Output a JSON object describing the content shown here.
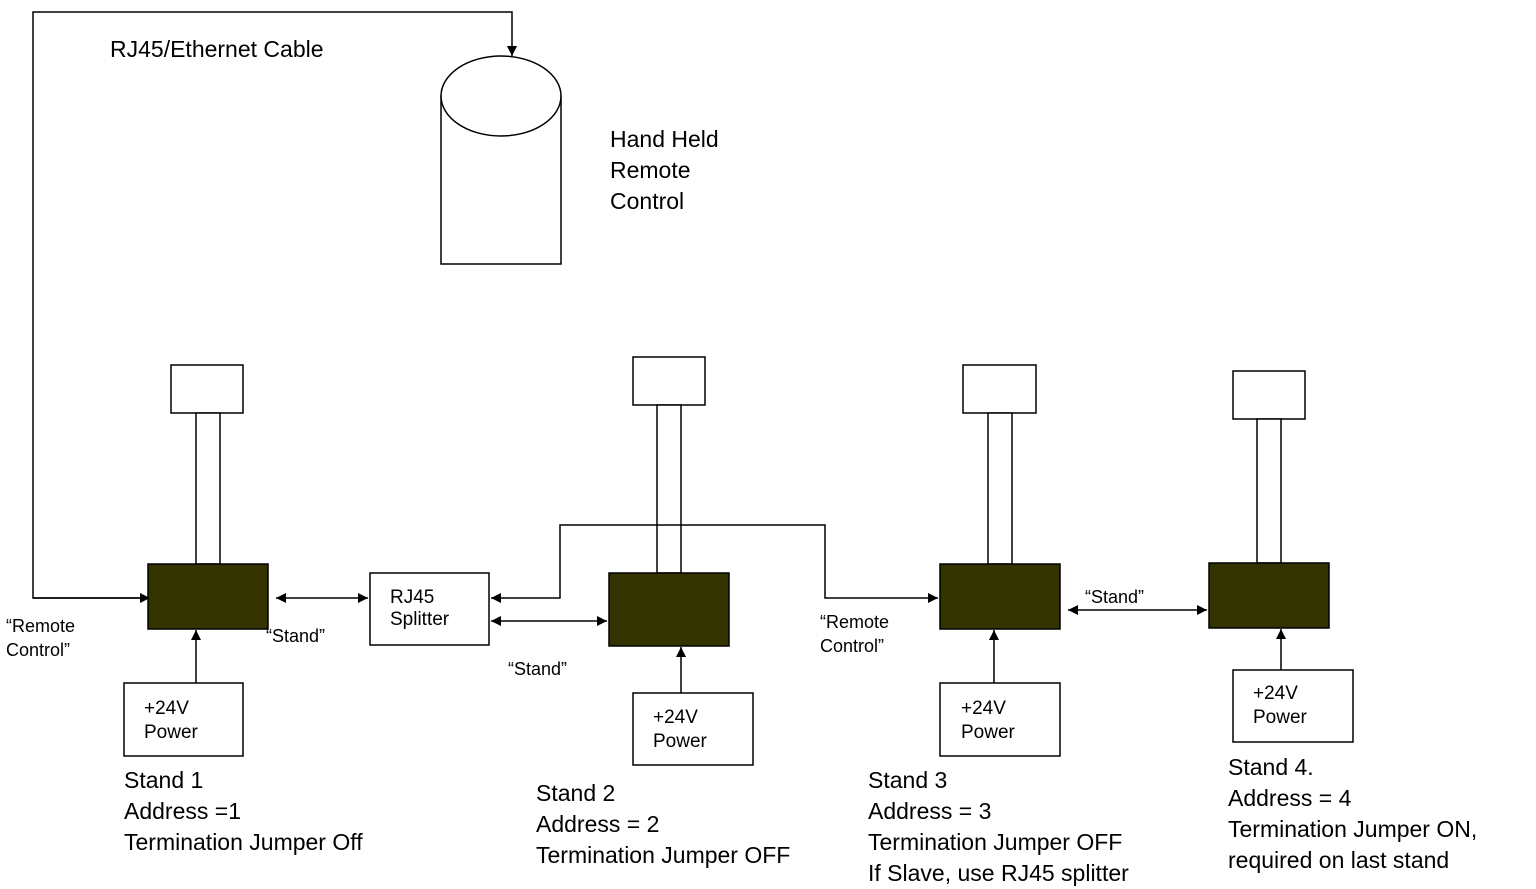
{
  "colors": {
    "stand_base": "#333300",
    "line": "#000000",
    "background": "#ffffff"
  },
  "cable_label": "RJ45/Ethernet Cable",
  "remote": {
    "lines": [
      "Hand Held",
      "Remote",
      "Control"
    ]
  },
  "splitter": {
    "lines": [
      "RJ45",
      "Splitter"
    ]
  },
  "port_labels": {
    "remote_control_1": [
      "“Remote",
      "Control”"
    ],
    "stand_1": "“Stand”",
    "stand_2": "“Stand”",
    "remote_control_3": [
      "“Remote",
      "Control”"
    ],
    "stand_3_4": "“Stand”"
  },
  "power_label": [
    "+24V",
    "Power"
  ],
  "stands": [
    {
      "lines": [
        "Stand 1",
        "Address =1",
        "Termination Jumper Off"
      ]
    },
    {
      "lines": [
        "Stand 2",
        "Address  = 2",
        "Termination Jumper OFF"
      ]
    },
    {
      "lines": [
        "Stand 3",
        "Address = 3",
        "Termination Jumper OFF",
        "If Slave, use RJ45 splitter"
      ]
    },
    {
      "lines": [
        "Stand 4.",
        "Address = 4",
        "Termination Jumper ON,",
        "required on last stand"
      ]
    }
  ]
}
